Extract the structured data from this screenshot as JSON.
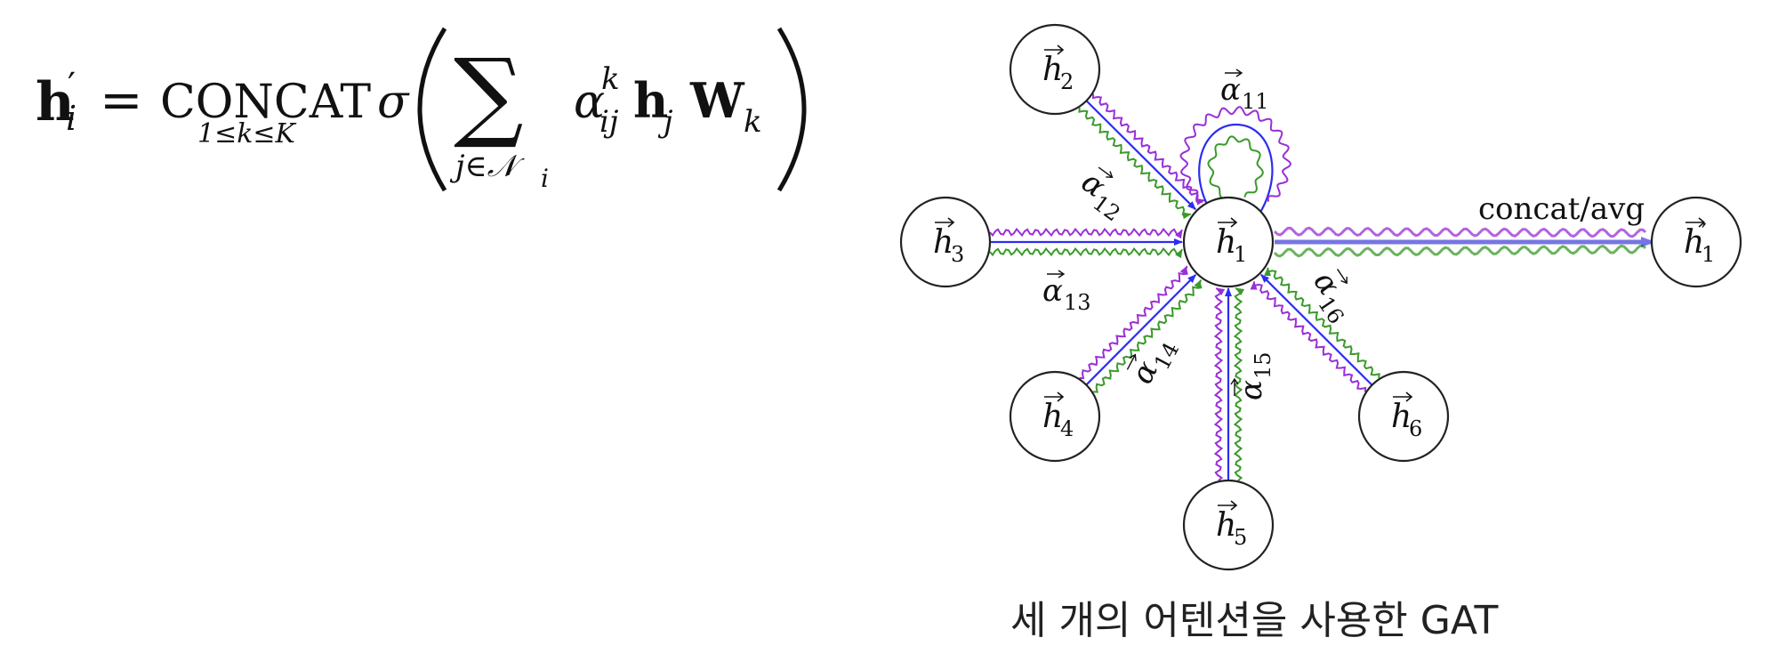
{
  "formula": {
    "lhs_symbol": "h",
    "lhs_prime": "′",
    "lhs_sub": "i",
    "equals": "=",
    "operator": "CONCAT",
    "operator_range": "1≤k≤K",
    "sigma": "σ",
    "sum_symbol": "∑",
    "sum_range": "j∈𝒩",
    "sum_range_sub": "i",
    "alpha": "α",
    "alpha_sup": "k",
    "alpha_sub": "ij",
    "h_symbol": "h",
    "h_sub": "j",
    "w_symbol": "W",
    "w_sub": "k"
  },
  "diagram": {
    "nodes": [
      {
        "id": "h1",
        "base": "h",
        "sub": "1",
        "prime": ""
      },
      {
        "id": "h2",
        "base": "h",
        "sub": "2",
        "prime": ""
      },
      {
        "id": "h3",
        "base": "h",
        "sub": "3",
        "prime": ""
      },
      {
        "id": "h4",
        "base": "h",
        "sub": "4",
        "prime": ""
      },
      {
        "id": "h5",
        "base": "h",
        "sub": "5",
        "prime": ""
      },
      {
        "id": "h6",
        "base": "h",
        "sub": "6",
        "prime": ""
      },
      {
        "id": "h1prime",
        "base": "h",
        "sub": "1",
        "prime": "′"
      }
    ],
    "edge_labels": [
      {
        "id": "a11",
        "base": "α",
        "sub": "11"
      },
      {
        "id": "a12",
        "base": "α",
        "sub": "12"
      },
      {
        "id": "a13",
        "base": "α",
        "sub": "13"
      },
      {
        "id": "a14",
        "base": "α",
        "sub": "14"
      },
      {
        "id": "a15",
        "base": "α",
        "sub": "15"
      },
      {
        "id": "a16",
        "base": "α",
        "sub": "16"
      }
    ],
    "output_label": "concat/avg",
    "colors": {
      "head_blue": "#2d2df0",
      "head_green": "#3a9a2a",
      "head_purple": "#9a2fd6",
      "node_stroke": "#222222"
    }
  },
  "caption": "세 개의 어텐션을 사용한 GAT"
}
